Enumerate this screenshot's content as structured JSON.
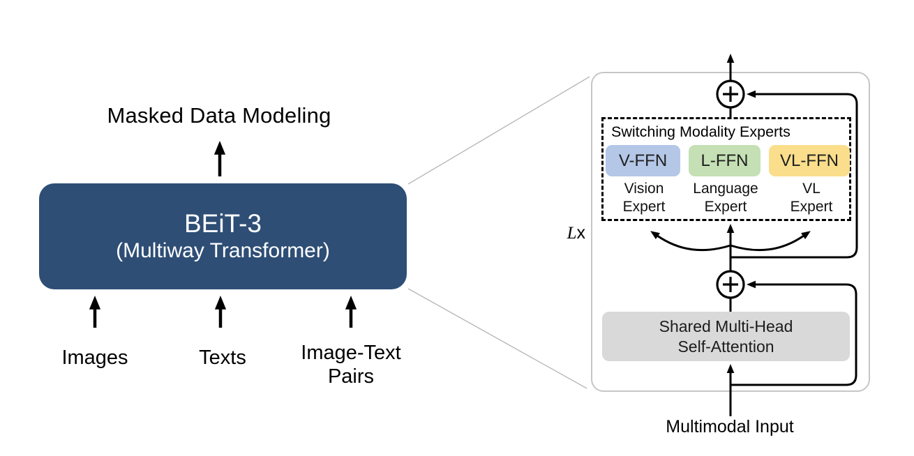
{
  "colors": {
    "beit_box": "#2E4E75",
    "panel_border": "#C6C6C6",
    "attention_box": "#D9D9D9",
    "line": "#000000",
    "connector_line": "#B8B8B8",
    "text_on_dark": "#FFFFFF"
  },
  "left": {
    "objective_label": "Masked Data Modeling",
    "model_name": "BEiT-3",
    "model_subtitle": "(Multiway Transformer)",
    "inputs": [
      {
        "line1": "Images",
        "line2": ""
      },
      {
        "line1": "Texts",
        "line2": ""
      },
      {
        "line1": "Image-Text",
        "line2": "Pairs"
      }
    ]
  },
  "right": {
    "layers_label": {
      "coefficient": "L",
      "suffix": "x"
    },
    "experts_group_title": "Switching Modality Experts",
    "experts": [
      {
        "ffn": "V-FFN",
        "color": "#B4C7E7",
        "expert_line1": "Vision",
        "expert_line2": "Expert"
      },
      {
        "ffn": "L-FFN",
        "color": "#C5E0B4",
        "expert_line1": "Language",
        "expert_line2": "Expert"
      },
      {
        "ffn": "VL-FFN",
        "color": "#FADE8B",
        "expert_line1": "VL",
        "expert_line2": "Expert"
      }
    ],
    "attention_line1": "Shared Multi-Head",
    "attention_line2": "Self-Attention",
    "input_label": "Multimodal Input",
    "add_symbol": "+"
  }
}
